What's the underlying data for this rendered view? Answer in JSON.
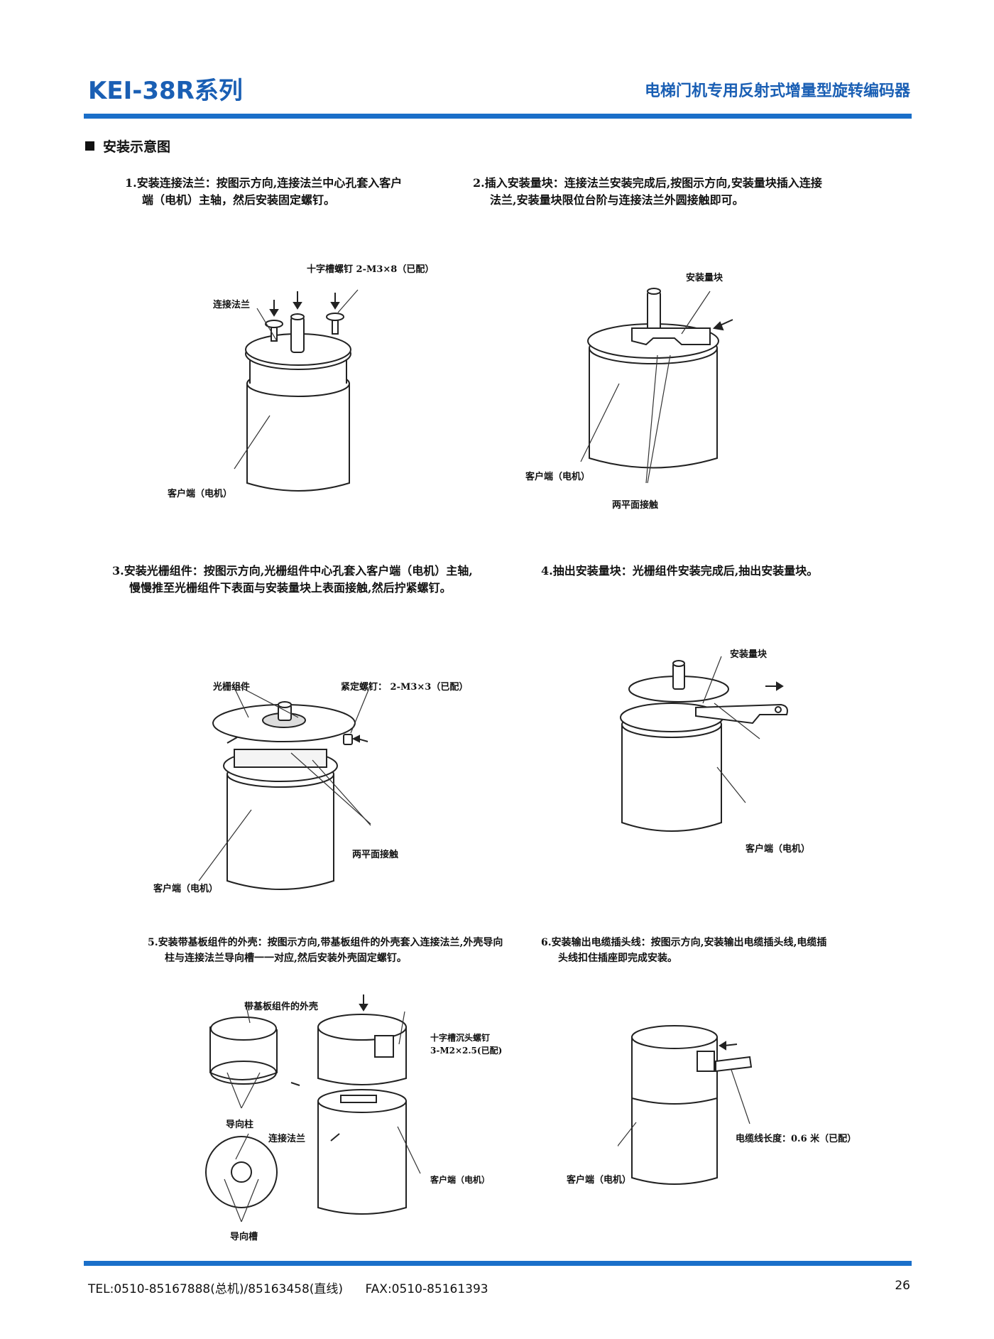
{
  "header": {
    "series_title": "KEI-38R系列",
    "product_title": "电梯门机专用反射式增量型旋转编码器"
  },
  "section": {
    "title": "安装示意图"
  },
  "steps": [
    {
      "line1": "1.安装连接法兰：按图示方向,连接法兰中心孔套入客户",
      "line2": "端（电机）主轴，然后安装固定螺钉。"
    },
    {
      "line1": "2.插入安装量块：连接法兰安装完成后,按图示方向,安装量块插入连接",
      "line2": "法兰,安装量块限位台阶与连接法兰外圆接触即可。"
    },
    {
      "line1": "3.安装光栅组件：按图示方向,光栅组件中心孔套入客户端（电机）主轴,",
      "line2": "慢慢推至光栅组件下表面与安装量块上表面接触,然后拧紧螺钉。"
    },
    {
      "line1": "4.抽出安装量块：光栅组件安装完成后,抽出安装量块。",
      "line2": ""
    },
    {
      "line1": "5.安装带基板组件的外壳：按图示方向,带基板组件的外壳套入连接法兰,外壳导向",
      "line2": "柱与连接法兰导向槽一一对应,然后安装外壳固定螺钉。"
    },
    {
      "line1": "6.安装输出电缆插头线：按图示方向,安装输出电缆插头线,电缆插",
      "line2": "头线扣住插座即完成安装。"
    }
  ],
  "labels": {
    "fig1_screw": "十字槽螺钉 2-M3×8（已配）",
    "fig1_flange": "连接法兰",
    "fig1_client": "客户端（电机）",
    "fig2_block": "安装量块",
    "fig2_client": "客户端（电机）",
    "fig2_contact": "两平面接触",
    "fig3_grating": "光栅组件",
    "fig3_setscrew": "紧定螺钉：  2-M3×3（已配）",
    "fig3_contact": "两平面接触",
    "fig3_client": "客户端（电机）",
    "fig4_block": "安装量块",
    "fig4_client": "客户端（电机）",
    "fig5_shell": "带基板组件的外壳",
    "fig5_screw_l1": "十字槽沉头螺钉",
    "fig5_screw_l2": "3-M2×2.5(已配)",
    "fig5_pin": "导向柱",
    "fig5_flange": "连接法兰",
    "fig5_client": "客户端（电机）",
    "fig5_slot": "导向槽",
    "fig6_cable": "电缆线长度：0.6 米（已配）",
    "fig6_client": "客户端（电机）"
  },
  "footer": {
    "tel": "TEL:0510-85167888(总机)/85163458(直线)",
    "fax": "FAX:0510-85161393",
    "page": "26"
  }
}
